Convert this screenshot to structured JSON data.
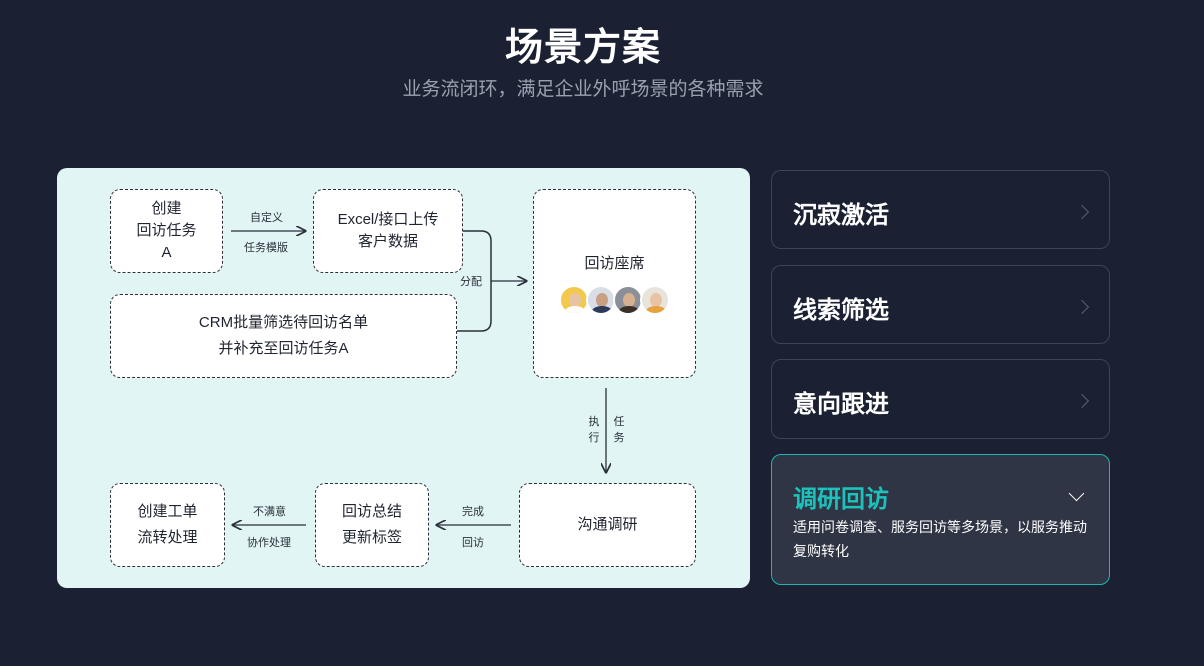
{
  "header": {
    "title": "场景方案",
    "subtitle": "业务流闭环，满足企业外呼场景的各种需求"
  },
  "flow": {
    "create_task": [
      "创建",
      "回访任务",
      "A"
    ],
    "upload": [
      "Excel/接口上传",
      "客户数据"
    ],
    "crm": [
      "CRM批量筛选待回访名单",
      "并补充至回访任务A"
    ],
    "agents": "回访座席",
    "communicate": "沟通调研",
    "summary": [
      "回访总结",
      "更新标签"
    ],
    "ticket": [
      "创建工单",
      "流转处理"
    ],
    "labels": {
      "custom": "自定义",
      "template": "任务模版",
      "assign": "分配",
      "exec": [
        "执",
        "行"
      ],
      "task": [
        "任",
        "务"
      ],
      "done": "完成",
      "revisit": "回访",
      "unsatisfied": "不满意",
      "collab": "协作处理"
    },
    "avatar_colors": [
      "#f2c94c",
      "#2d3a5a",
      "#5a4a3a",
      "#e6a23c"
    ]
  },
  "scenarios": [
    {
      "title": "沉寂激活",
      "icon": "chevron-right-icon"
    },
    {
      "title": "线索筛选",
      "icon": "chevron-right-icon"
    },
    {
      "title": "意向跟进",
      "icon": "chevron-right-icon"
    },
    {
      "title": "调研回访",
      "icon": "chevron-down-icon",
      "desc": "适用问卷调查、服务回访等多场景，以服务推动复购转化",
      "active": true
    }
  ],
  "colors": {
    "background": "#1b2133",
    "panel": "#e1f5f4",
    "accent": "#1cc3bc"
  }
}
